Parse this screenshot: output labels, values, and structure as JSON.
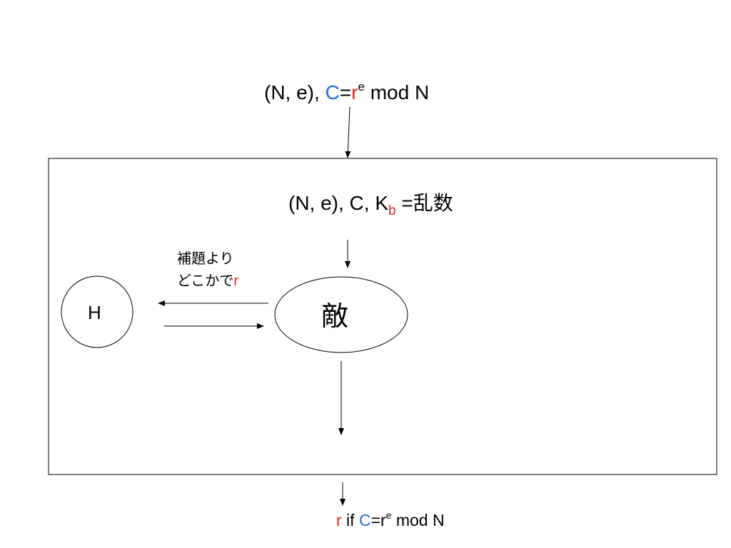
{
  "top_input": {
    "prefix": "(N, e), ",
    "c": "C",
    "eq": "=",
    "r": "r",
    "exp": "e",
    "suffix": " mod N"
  },
  "box_input": {
    "prefix": "(N, e), C,  K",
    "sub": "b",
    "suffix": " =乱数"
  },
  "lemma": {
    "line1": "補題より",
    "line2_prefix": "どこかで",
    "line2_r": "r"
  },
  "h_node": {
    "label": "H"
  },
  "enemy_node": {
    "label": "敵"
  },
  "output": {
    "r": "r",
    "if": " if ",
    "c": "C",
    "eq": "=r",
    "exp": "e",
    "suffix": " mod N"
  },
  "colors": {
    "red": "#e8231f",
    "blue": "#1f6fd0",
    "stroke": "#000000"
  }
}
